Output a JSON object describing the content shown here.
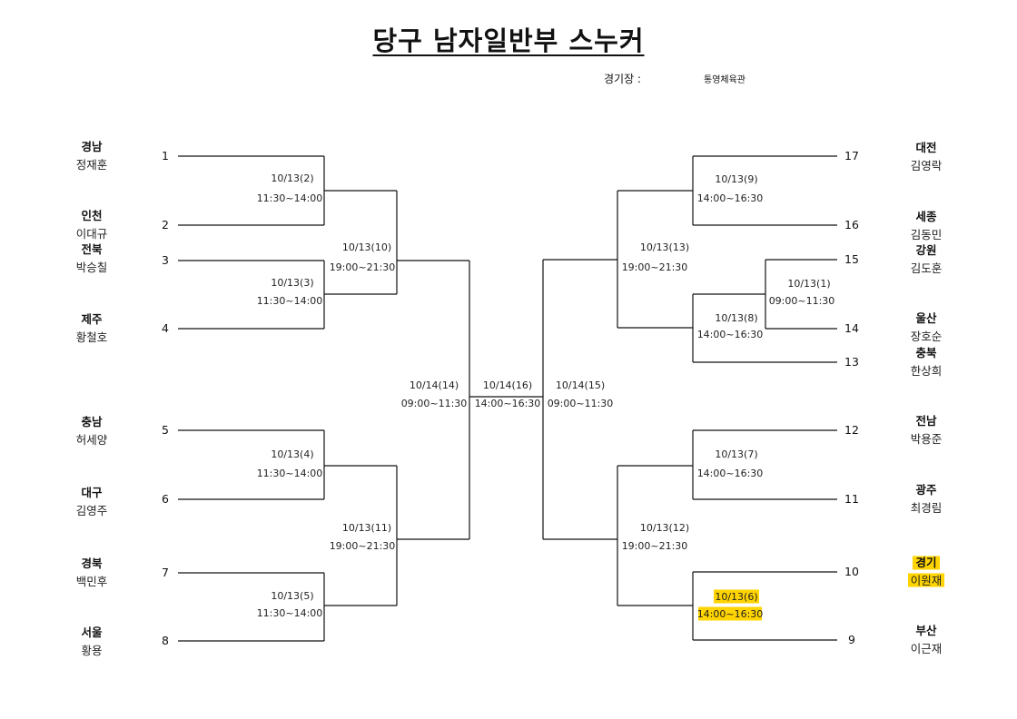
{
  "title": "당구 남자일반부 스누커",
  "venue": {
    "label": "경기장 :",
    "name": "통영체육관"
  },
  "highlight_color": "#ffd400",
  "entries": [
    {
      "seed": "1",
      "region": "경남",
      "player": "정재훈"
    },
    {
      "seed": "2",
      "region": "인천",
      "player": "이대규"
    },
    {
      "seed": "3",
      "region": "전북",
      "player": "박승칠"
    },
    {
      "seed": "4",
      "region": "제주",
      "player": "황철호"
    },
    {
      "seed": "5",
      "region": "충남",
      "player": "허세양"
    },
    {
      "seed": "6",
      "region": "대구",
      "player": "김영주"
    },
    {
      "seed": "7",
      "region": "경북",
      "player": "백민후"
    },
    {
      "seed": "8",
      "region": "서울",
      "player": "황용"
    },
    {
      "seed": "9",
      "region": "부산",
      "player": "이근재"
    },
    {
      "seed": "10",
      "region": "경기",
      "player": "이원재",
      "highlight": true
    },
    {
      "seed": "11",
      "region": "광주",
      "player": "최경림"
    },
    {
      "seed": "12",
      "region": "전남",
      "player": "박용준"
    },
    {
      "seed": "13",
      "region": "충북",
      "player": "한상희"
    },
    {
      "seed": "14",
      "region": "울산",
      "player": "장호순"
    },
    {
      "seed": "15",
      "region": "강원",
      "player": "김도훈"
    },
    {
      "seed": "16",
      "region": "세종",
      "player": "김동민"
    },
    {
      "seed": "17",
      "region": "대전",
      "player": "김영락"
    }
  ],
  "matches": [
    {
      "id": "m2",
      "date": "10/13(2)",
      "time": "11:30~14:00"
    },
    {
      "id": "m3",
      "date": "10/13(3)",
      "time": "11:30~14:00"
    },
    {
      "id": "m4",
      "date": "10/13(4)",
      "time": "11:30~14:00"
    },
    {
      "id": "m5",
      "date": "10/13(5)",
      "time": "11:30~14:00"
    },
    {
      "id": "m10",
      "date": "10/13(10)",
      "time": "19:00~21:30"
    },
    {
      "id": "m11",
      "date": "10/13(11)",
      "time": "19:00~21:30"
    },
    {
      "id": "m14",
      "date": "10/14(14)",
      "time": "09:00~11:30"
    },
    {
      "id": "m16",
      "date": "10/14(16)",
      "time": "14:00~16:30"
    },
    {
      "id": "m15",
      "date": "10/14(15)",
      "time": "09:00~11:30"
    },
    {
      "id": "m13",
      "date": "10/13(13)",
      "time": "19:00~21:30"
    },
    {
      "id": "m12",
      "date": "10/13(12)",
      "time": "19:00~21:30"
    },
    {
      "id": "m9",
      "date": "10/13(9)",
      "time": "14:00~16:30"
    },
    {
      "id": "m1",
      "date": "10/13(1)",
      "time": "09:00~11:30"
    },
    {
      "id": "m8",
      "date": "10/13(8)",
      "time": "14:00~16:30"
    },
    {
      "id": "m7",
      "date": "10/13(7)",
      "time": "14:00~16:30"
    },
    {
      "id": "m6",
      "date": "10/13(6)",
      "time": "14:00~16:30",
      "highlight": true
    }
  ]
}
